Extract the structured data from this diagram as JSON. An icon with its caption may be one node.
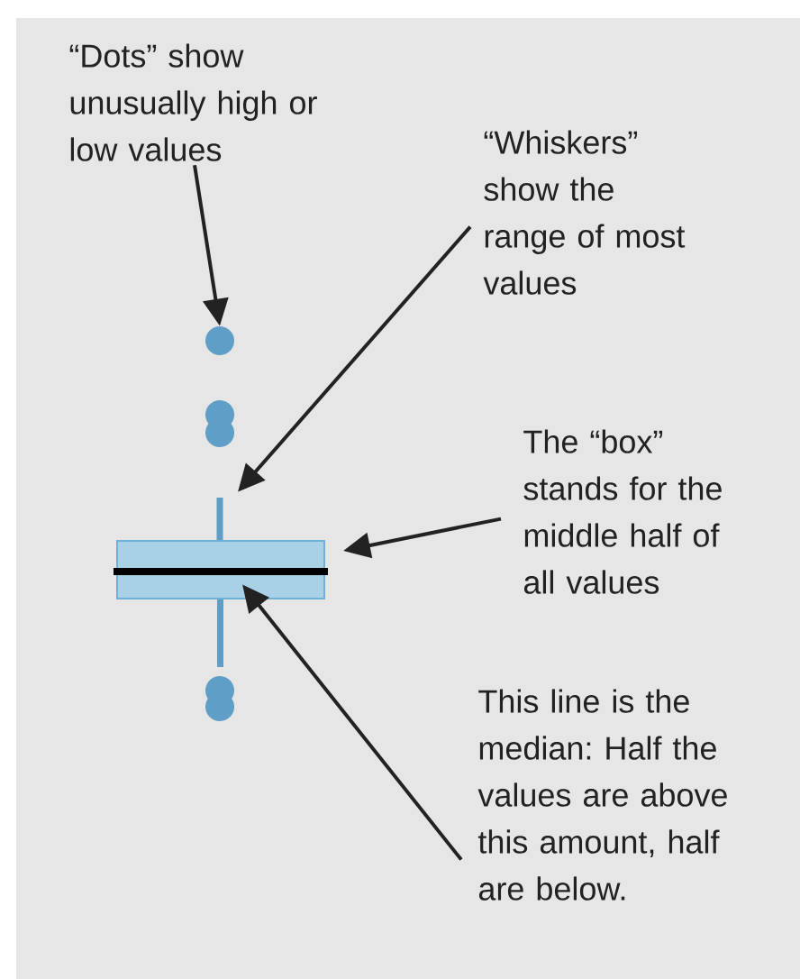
{
  "diagram": {
    "nodes": [
      {
        "text": [
          "“Dots” show unusually high or low values"
        ]
      },
      {
        "text": [
          "“Whiskers” show the range of most values"
        ]
      },
      {
        "text": [
          "The “box” stands for the middle half of all values"
        ]
      },
      {
        "text": [
          "This line is the median: Half the values are above this amount, half are below."
        ]
      },
      {
        "text": [],
        "shape": "circle"
      },
      {
        "text": [],
        "shape": "circle"
      },
      {
        "text": [],
        "shape": "circle"
      },
      {
        "text": [],
        "shape": "bar"
      },
      {
        "text": [],
        "shape": "box"
      },
      {
        "text": [],
        "shape": "bar",
        "in": 8
      },
      {
        "text": [],
        "shape": "circle"
      },
      {
        "text": [],
        "shape": "circle"
      }
    ],
    "edges": [
      {
        "from": 0,
        "to": 4,
        "arrow": "to"
      },
      {
        "from": 1,
        "to": 7,
        "arrow": "to"
      },
      {
        "from": 2,
        "to": 8,
        "arrow": "to"
      },
      {
        "from": 3,
        "to": 9,
        "arrow": "to"
      }
    ]
  }
}
